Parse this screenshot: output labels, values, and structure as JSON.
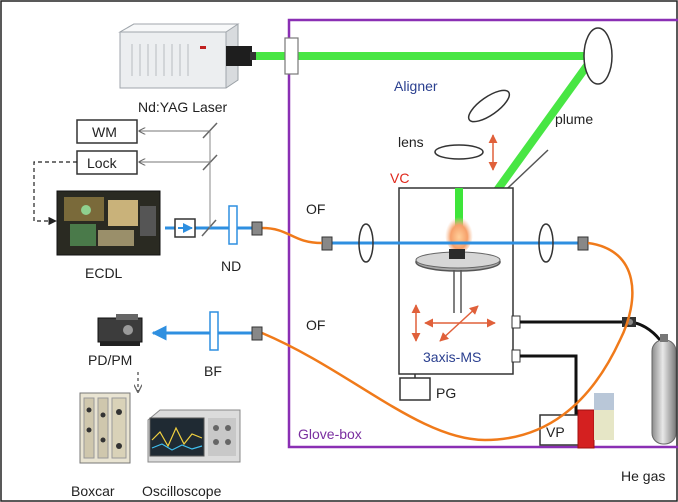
{
  "colors": {
    "laser_beam": "#3ee53a",
    "probe_beam": "#2e8fe0",
    "fiber": "#f07a1a",
    "glovebox_border": "#8a2fb4",
    "label_red": "#e0281c",
    "label_blue": "#2a3f8f",
    "label_purple": "#7a2fa0"
  },
  "labels": {
    "laser": "Nd:YAG Laser",
    "aligner": "Aligner",
    "lens": "lens",
    "plume": "plume",
    "vc": "VC",
    "wm": "WM",
    "lock": "Lock",
    "ecdl": "ECDL",
    "nd": "ND",
    "of_top": "OF",
    "of_bottom": "OF",
    "pdpm": "PD/PM",
    "bf": "BF",
    "stage": "3axis-MS",
    "pg": "PG",
    "vp": "VP",
    "glovebox": "Glove-box",
    "he_gas": "He gas",
    "boxcar": "Boxcar",
    "oscilloscope": "Oscilloscope"
  }
}
